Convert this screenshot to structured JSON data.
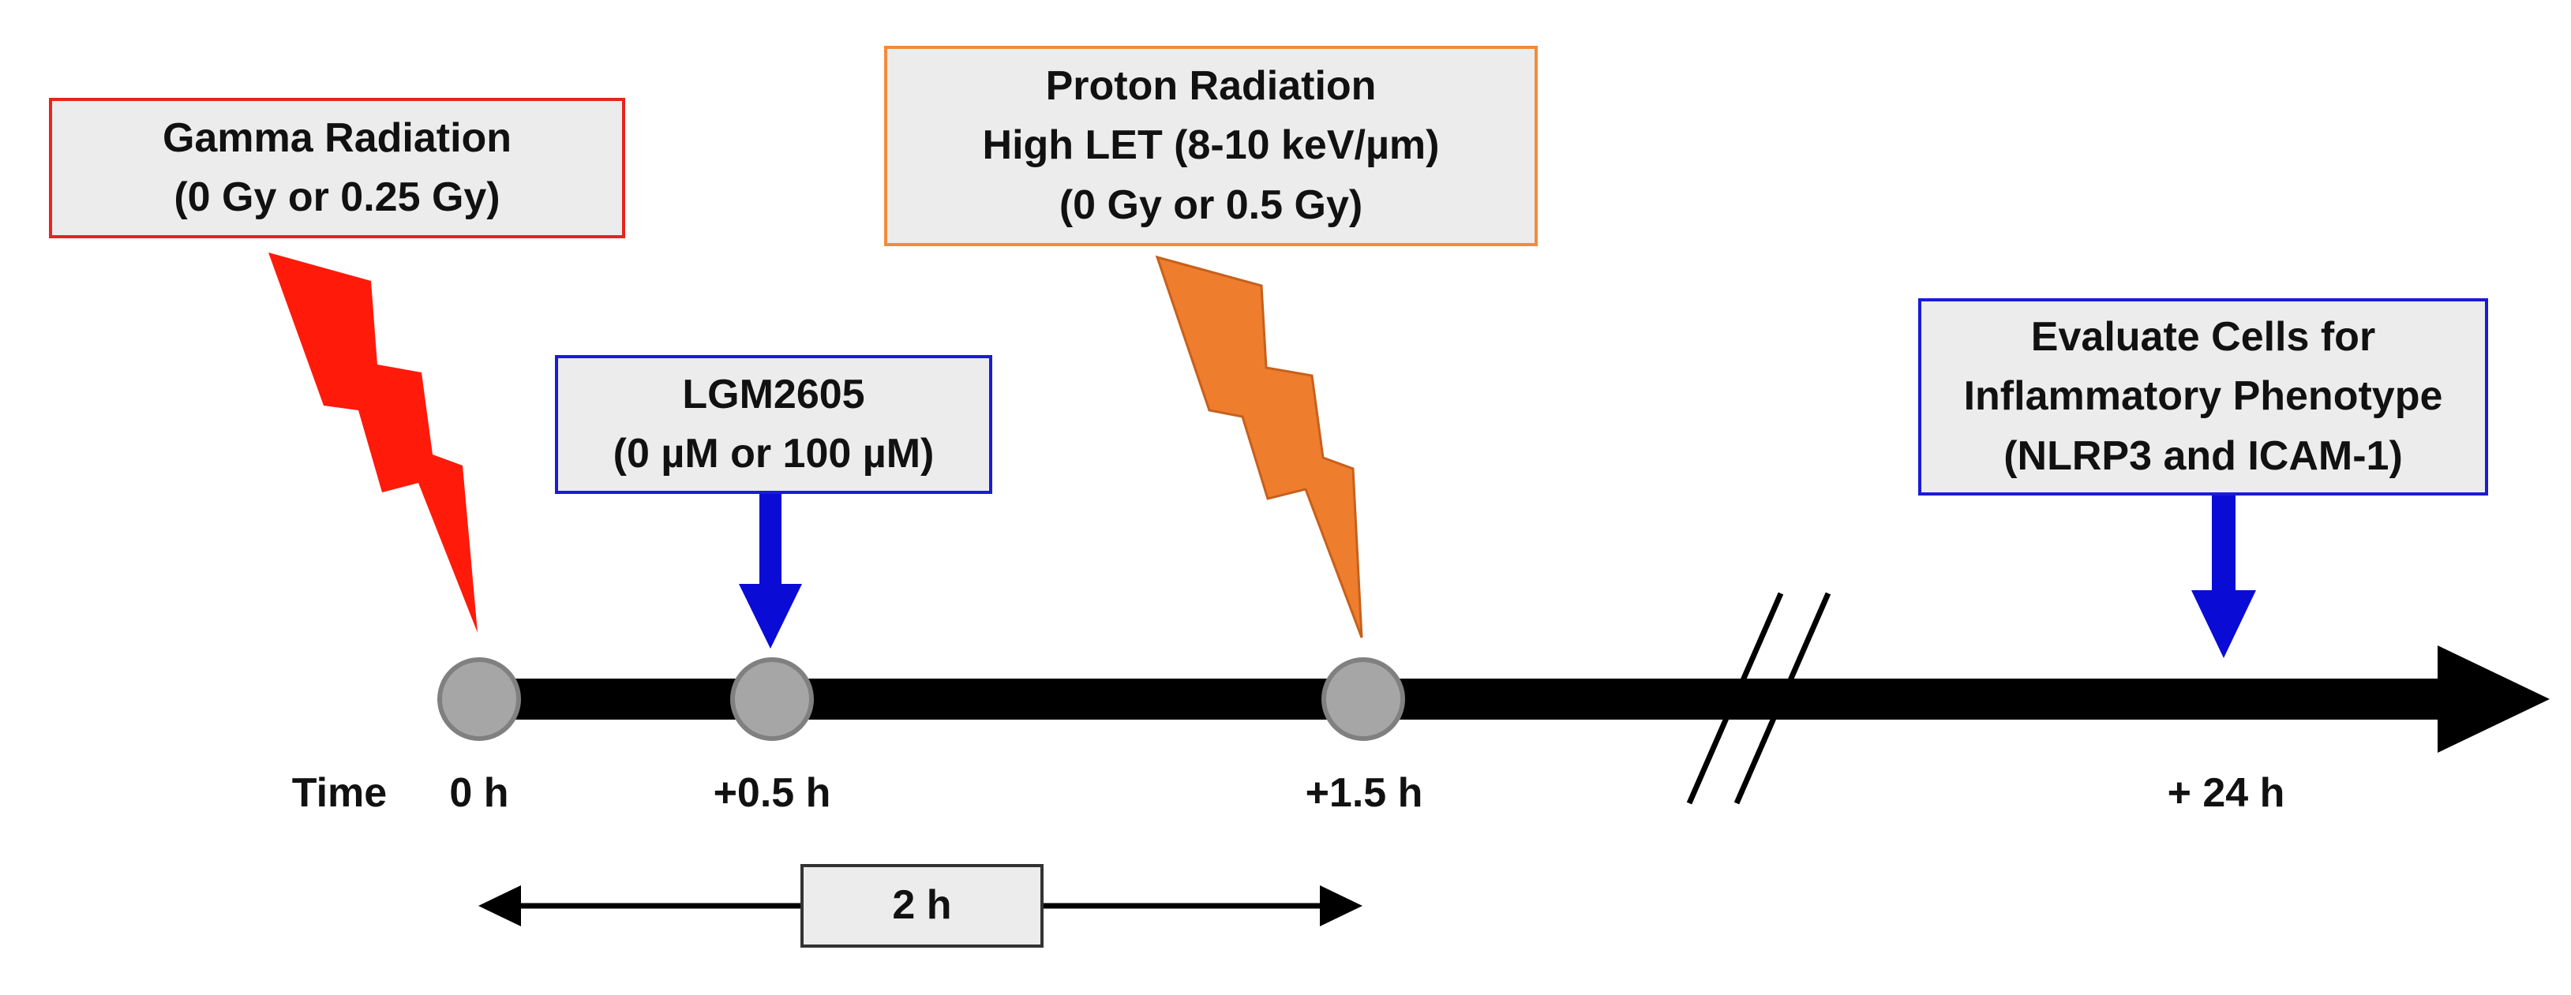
{
  "events": {
    "gamma": {
      "lines": [
        "Gamma Radiation",
        "(0 Gy or 0.25 Gy)"
      ],
      "color": "#ff1a0a"
    },
    "proton": {
      "lines": [
        "Proton Radiation",
        "High LET (8-10 keV/µm)",
        "(0 Gy or 0.5 Gy)"
      ],
      "color": "#ef7d2e"
    },
    "lgm": {
      "lines": [
        "LGM2605",
        "(0 µM or 100 µM)"
      ],
      "color": "#0b0bd6"
    },
    "evaluate": {
      "lines": [
        "Evaluate Cells for",
        "Inflammatory Phenotype",
        "(NLRP3 and ICAM-1)"
      ],
      "color": "#0b0bd6"
    }
  },
  "timeline": {
    "axis_label": "Time",
    "points": [
      "0 h",
      "+0.5 h",
      "+1.5 h",
      "+ 24 h"
    ],
    "axis_color": "#000000",
    "marker_color": "#a6a6a6",
    "has_axis_break": true
  },
  "duration": {
    "label": "2 h"
  },
  "icons": {
    "gamma_arrow": "lightning-bolt-icon",
    "proton_arrow": "lightning-bolt-icon",
    "lgm_arrow": "arrow-down-icon",
    "evaluate_arrow": "arrow-down-icon"
  }
}
